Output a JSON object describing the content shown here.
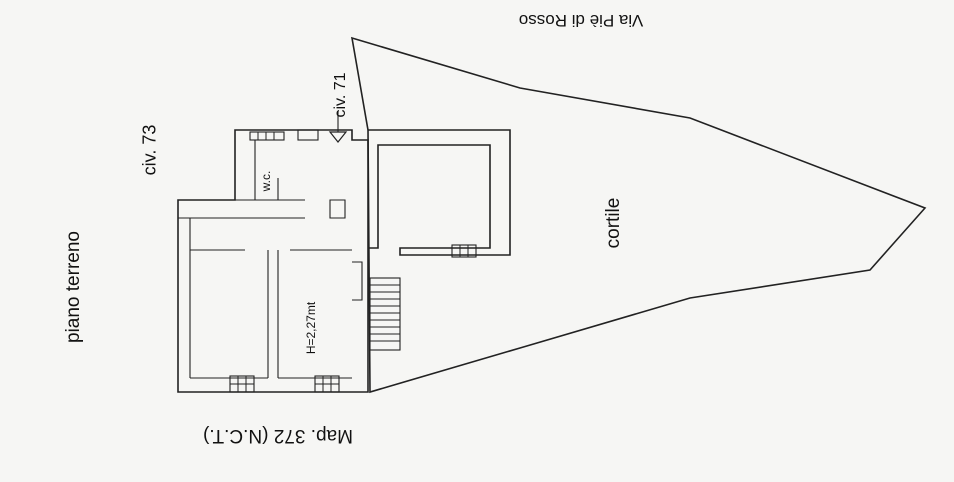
{
  "labels": {
    "street": "Via Piè di Rosso",
    "civ_71": "civ. 71",
    "civ_73": "civ. 73",
    "wc": "w.c.",
    "cortile": "cortile",
    "piano": "piano terreno",
    "height": "H=2,27mt",
    "map_ref": "Map. 372 (N.C.T.)"
  },
  "colors": {
    "paper": "#f6f6f4",
    "ink": "#222222"
  }
}
